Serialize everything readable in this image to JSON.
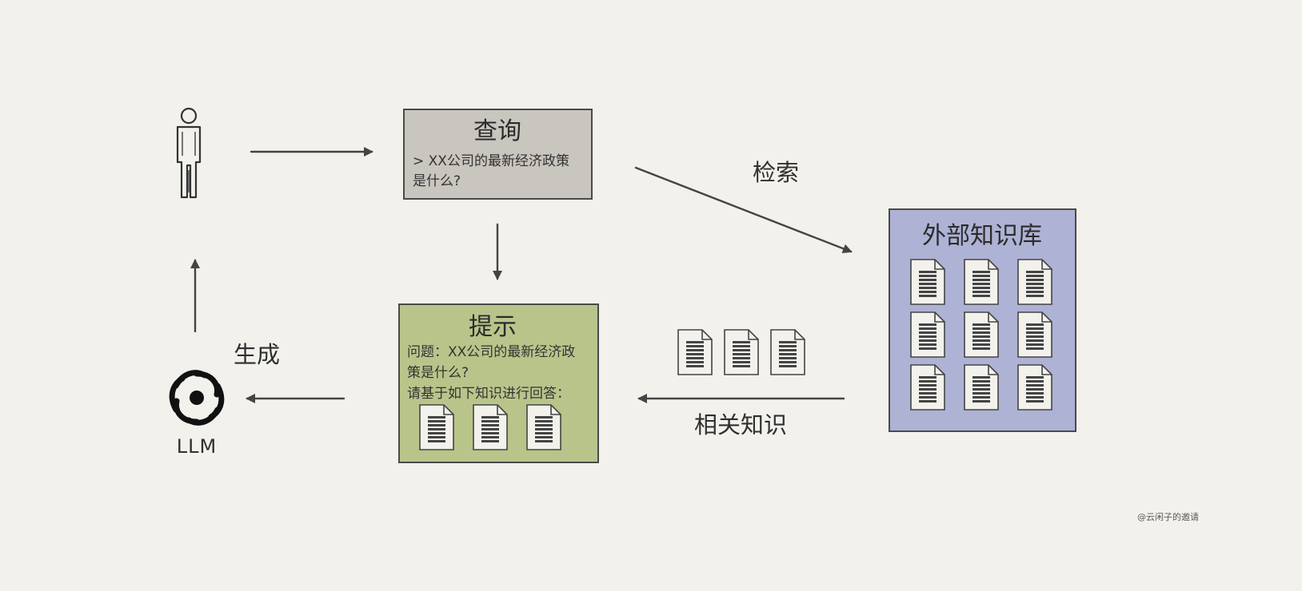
{
  "query_box": {
    "title": "查询",
    "line1": "> XX公司的最新经济政策",
    "line2": "是什么?",
    "color": "#c9c5bf"
  },
  "prompt_box": {
    "title": "提示",
    "line1": "问题：XX公司的最新经济政",
    "line2": "策是什么?",
    "line3": "请基于如下知识进行回答：",
    "color": "#b9c48a"
  },
  "knowledge_box": {
    "title": "外部知识库",
    "color": "#aeb2d4"
  },
  "edges": {
    "retrieve_label": "检索",
    "related_label": "相关知识",
    "generate_label": "生成"
  },
  "llm": {
    "label": "LLM",
    "icon": "openai-logo-icon"
  },
  "user": {
    "icon": "person-icon"
  },
  "watermark": "@云闲子的邀请"
}
